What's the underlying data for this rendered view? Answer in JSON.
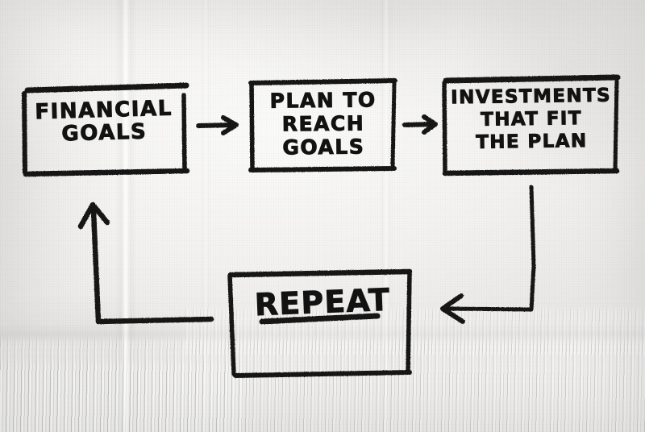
{
  "diagram": {
    "title": "Financial planning cycle napkin sketch",
    "medium": "black marker on white paper napkin",
    "ink_color": "#121212",
    "paper_color": "#f3f2f0",
    "nodes": [
      {
        "id": "financial-goals",
        "label": "FINANCIAL\nGOALS",
        "shape": "rectangle"
      },
      {
        "id": "plan-reach-goals",
        "label": "PLAN TO\nREACH\nGOALS",
        "shape": "rectangle"
      },
      {
        "id": "investments",
        "label": "INVESTMENTS\nTHAT FIT\nTHE PLAN",
        "shape": "rectangle"
      },
      {
        "id": "repeat",
        "label": "REPEAT",
        "shape": "rectangle"
      }
    ],
    "connectors": [
      {
        "id": "arrow-goals-to-plan",
        "from": "financial-goals",
        "to": "plan-reach-goals",
        "direction": "right"
      },
      {
        "id": "arrow-plan-to-investments",
        "from": "plan-reach-goals",
        "to": "investments",
        "direction": "right"
      },
      {
        "id": "arrow-investments-to-repeat",
        "from": "investments",
        "to": "repeat",
        "direction": "down-then-left"
      },
      {
        "id": "arrow-repeat-to-goals",
        "from": "repeat",
        "to": "financial-goals",
        "direction": "left-then-up"
      }
    ]
  }
}
